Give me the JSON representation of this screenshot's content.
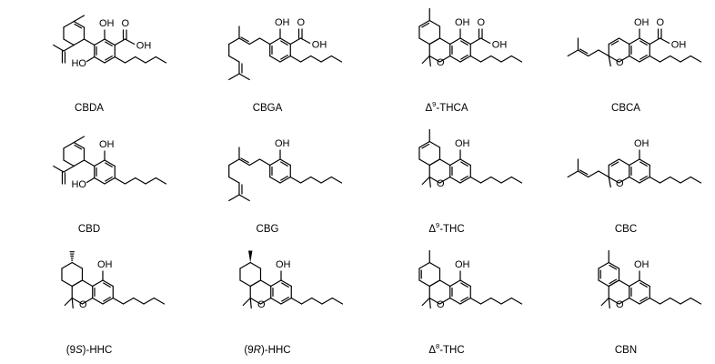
{
  "compounds": [
    {
      "name": "CBDA",
      "scaffold": "cbd",
      "acid": true
    },
    {
      "name": "CBGA",
      "scaffold": "cbg",
      "acid": true
    },
    {
      "name": "THCA",
      "prefix": "Δ",
      "sup": "9",
      "joiner": "-",
      "scaffold": "thc9",
      "acid": true
    },
    {
      "name": "CBCA",
      "scaffold": "cbc",
      "acid": true
    },
    {
      "name": "CBD",
      "scaffold": "cbd",
      "acid": false
    },
    {
      "name": "CBG",
      "scaffold": "cbg",
      "acid": false
    },
    {
      "name": "THC",
      "prefix": "Δ",
      "sup": "9",
      "joiner": "-",
      "scaffold": "thc9",
      "acid": false
    },
    {
      "name": "CBC",
      "scaffold": "cbc",
      "acid": false
    },
    {
      "name": "HHC",
      "pre": "(9",
      "stereo": "S",
      "post": ")-",
      "scaffold": "hhc",
      "stereo_bond": "hash",
      "acid": false
    },
    {
      "name": "HHC",
      "pre": "(9",
      "stereo": "R",
      "post": ")-",
      "scaffold": "hhc",
      "stereo_bond": "wedge",
      "acid": false
    },
    {
      "name": "THC",
      "prefix": "Δ",
      "sup": "8",
      "joiner": "-",
      "scaffold": "thc8",
      "acid": false
    },
    {
      "name": "CBN",
      "scaffold": "cbn",
      "acid": false
    }
  ],
  "atom_labels": {
    "hydroxyl": "OH",
    "ring_hydroxyl": "HO",
    "ether_oxygen": "O"
  }
}
